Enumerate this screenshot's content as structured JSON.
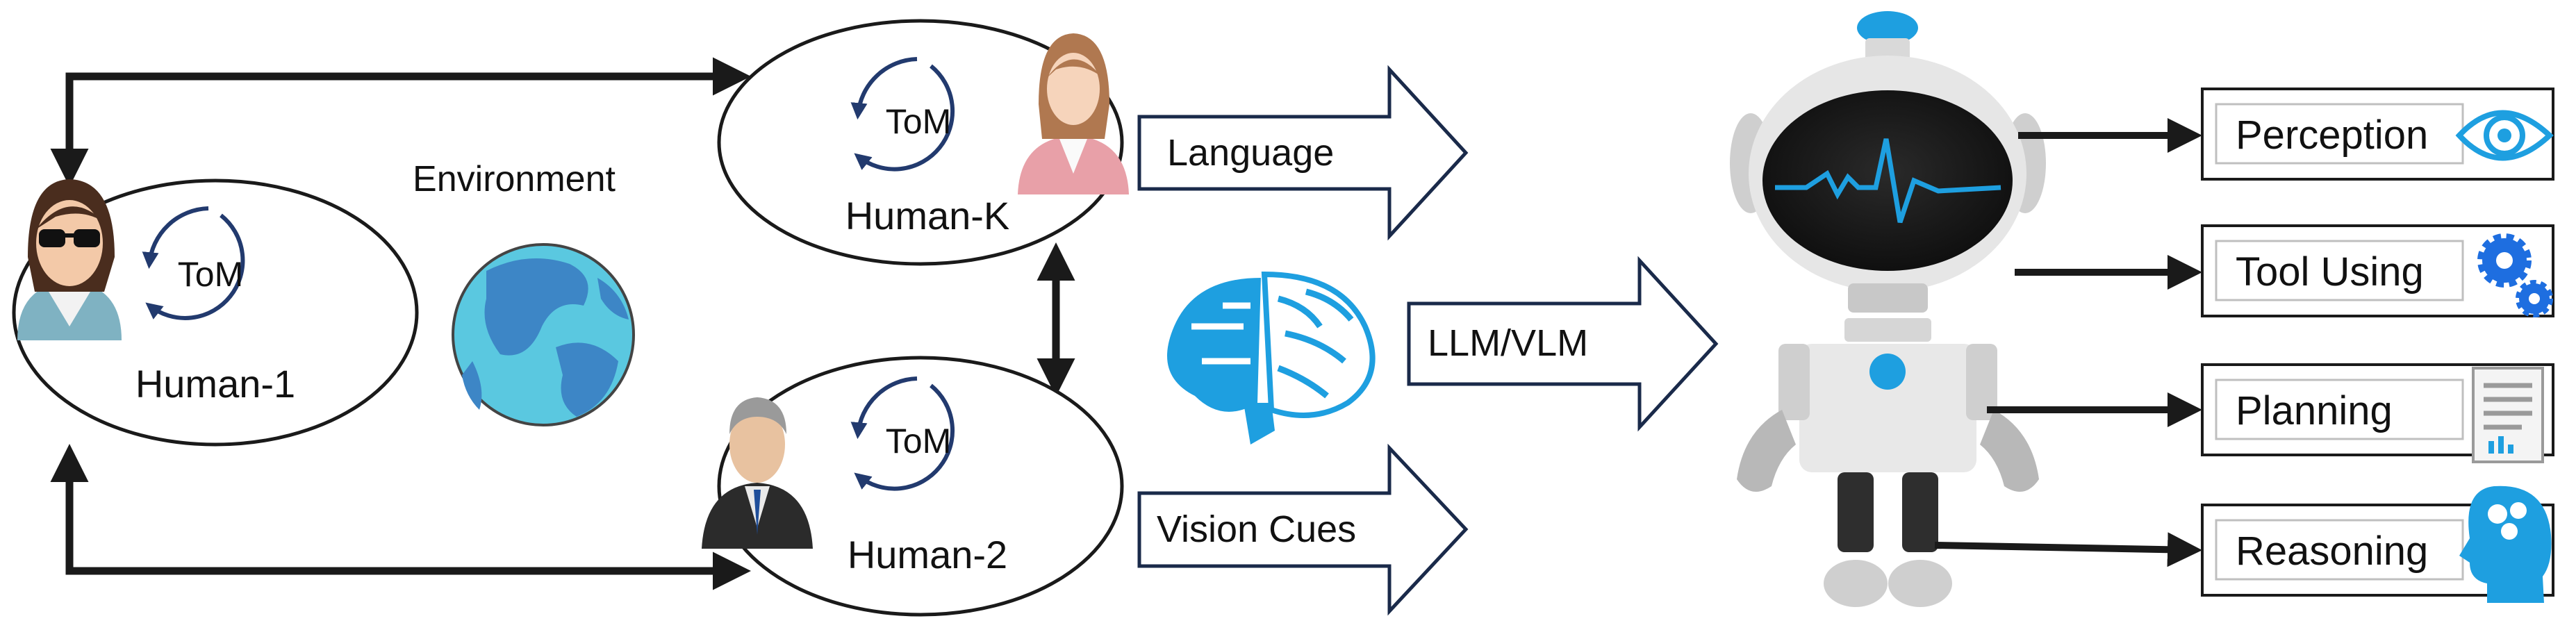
{
  "environment_label": "Environment",
  "humans": {
    "human_1": {
      "name": "Human-1",
      "tom": "ToM"
    },
    "human_k": {
      "name": "Human-K",
      "tom": "ToM"
    },
    "human_2": {
      "name": "Human-2",
      "tom": "ToM"
    }
  },
  "inputs": {
    "language": "Language",
    "vision_cues": "Vision Cues",
    "llm_vlm": "LLM/VLM"
  },
  "capabilities": [
    {
      "label": "Perception",
      "icon": "eye-icon"
    },
    {
      "label": "Tool Using",
      "icon": "gears-icon"
    },
    {
      "label": "Planning",
      "icon": "document-icon"
    },
    {
      "label": "Reasoning",
      "icon": "head-brain-icon"
    }
  ],
  "colors": {
    "outline": "#1a1a1a",
    "cycle": "#223a6e",
    "robot_accent": "#1e9fe0",
    "globe_sea": "#5ac8e0",
    "globe_land": "#3d86c6"
  }
}
